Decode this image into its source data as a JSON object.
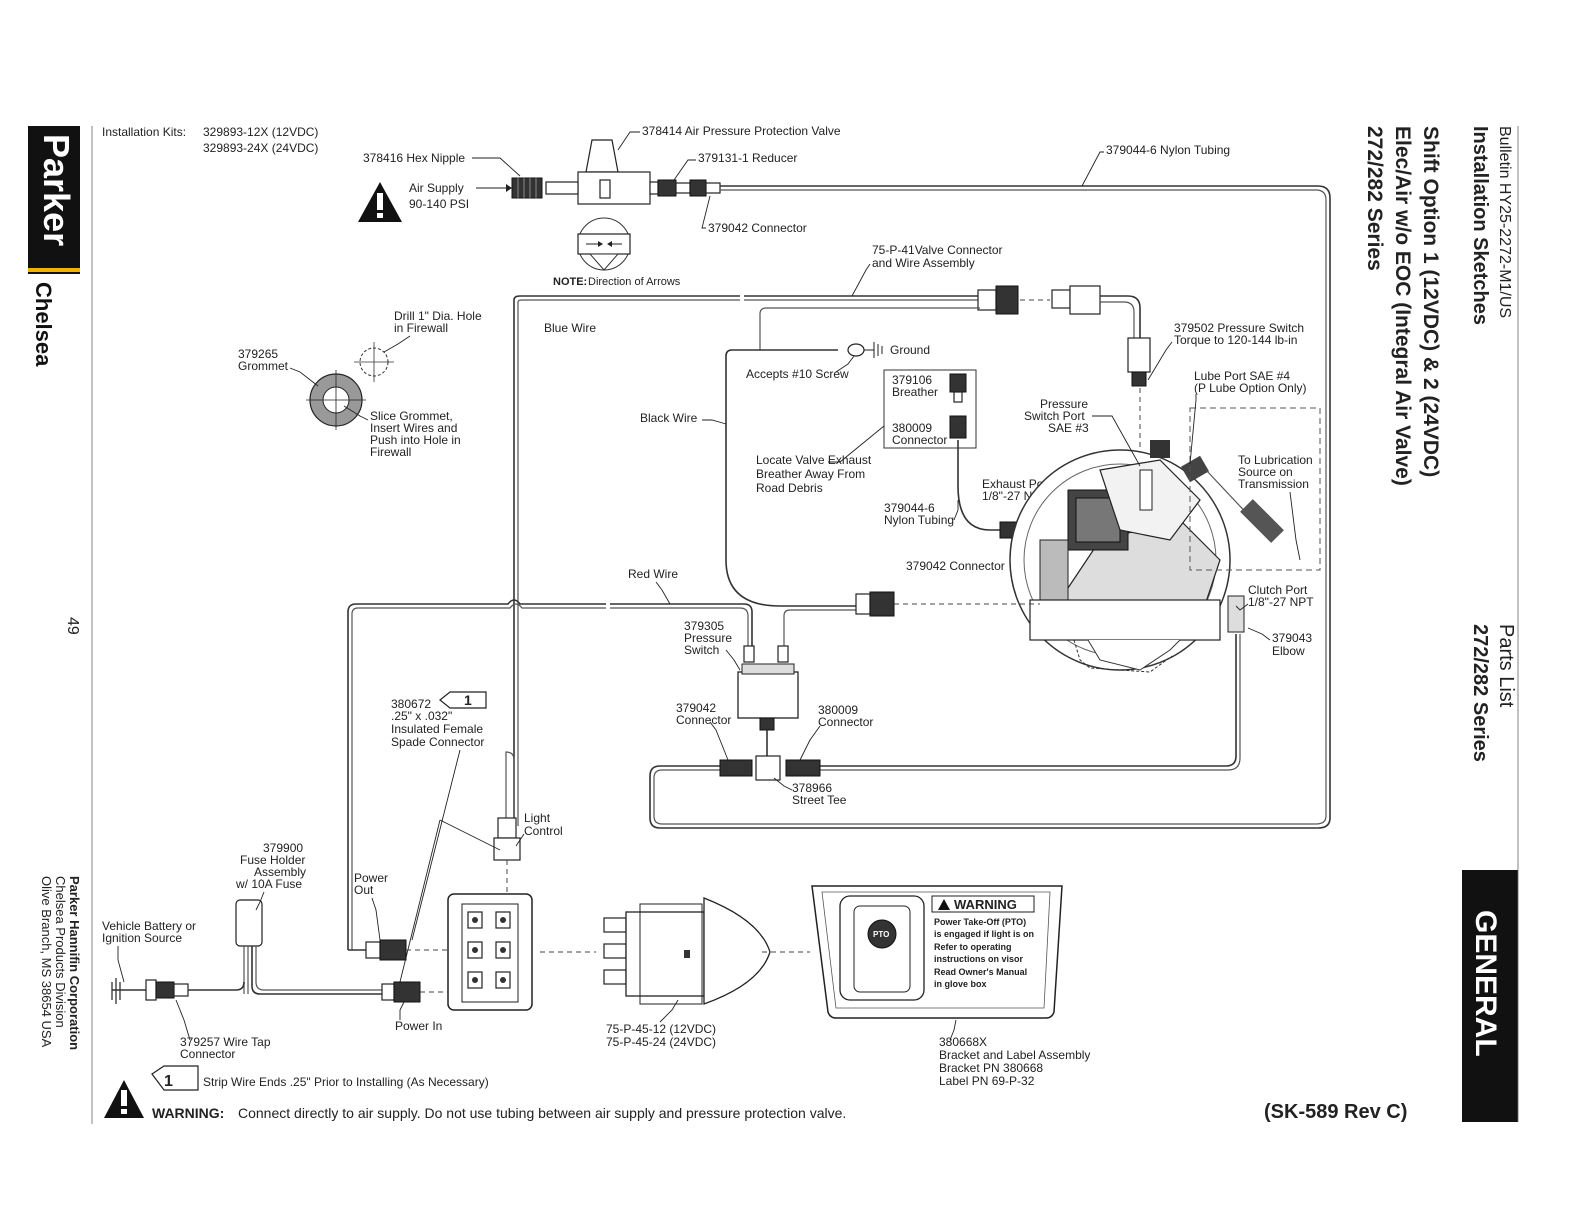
{
  "header": {
    "bulletin": "Bulletin HY25-2272-M1/US",
    "section": "Installation Sketches",
    "title_line1": "Shift Option 1 (12VDC) & 2 (24VDC)",
    "title_line2": "Elec/Air w/o EOC (Integral Air Valve)",
    "title_line3": "272/282 Series",
    "parts_list": "Parts List",
    "parts_series": "272/282 Series",
    "general_tab": "GENERAL",
    "revision": "(SK-589 Rev C)"
  },
  "left_margin": {
    "logo_text": "Parker",
    "logo_sub": "Chelsea",
    "page_number": "49",
    "corp_name": "Parker Hannifin Corporation",
    "division": "Chelsea Products Division",
    "address": "Olive Branch, MS 38654  USA"
  },
  "kits": {
    "label": "Installation Kits:",
    "kit1": "329893-12X (12VDC)",
    "kit2": "329893-24X (24VDC)"
  },
  "labels": {
    "l378414": "378414 Air Pressure Protection Valve",
    "l378416": "378416 Hex Nipple",
    "l379131": "379131-1 Reducer",
    "l379042_top": "379042 Connector",
    "l379044_top": "379044-6 Nylon Tubing",
    "air_supply1": "Air Supply",
    "air_supply2": "90-140 PSI",
    "note_bold": "NOTE:",
    "note_text": "Direction of Arrows",
    "valve_conn1": "75-P-41Valve Connector",
    "valve_conn2": "and Wire Assembly",
    "blue_wire": "Blue Wire",
    "drill1": "Drill 1\" Dia. Hole",
    "drill2": "in Firewall",
    "grommet1": "379265",
    "grommet2": "Grommet",
    "slice1": "Slice Grommet,",
    "slice2": "Insert Wires and",
    "slice3": "Push into Hole in",
    "slice4": "Firewall",
    "ground": "Ground",
    "screw": "Accepts #10 Screw",
    "black_wire": "Black Wire",
    "breather1": "379106",
    "breather2": "Breather",
    "conn380009_1": "380009",
    "conn380009_2": "Connector",
    "locate1": "Locate Valve Exhaust",
    "locate2": "Breather Away From",
    "locate3": "Road Debris",
    "nylon_mid1": "379044-6",
    "nylon_mid2": "Nylon Tubing",
    "exhaust1": "Exhaust Port",
    "exhaust2": "1/8\"-27 NPT",
    "conn379042_mid": "379042 Connector",
    "ps_port1": "Pressure",
    "ps_port2": "Switch Port",
    "ps_port3": "SAE #3",
    "ps379502_1": "379502 Pressure Switch",
    "ps379502_2": "Torque to 120-144 lb-in",
    "lube1": "Lube Port SAE #4",
    "lube2": "(P Lube Option Only)",
    "lubesrc1": "To Lubrication",
    "lubesrc2": "Source on",
    "lubesrc3": "Transmission",
    "clutch1": "Clutch Port",
    "clutch2": "1/8\"-27 NPT",
    "elbow1": "379043",
    "elbow2": "Elbow",
    "red_wire": "Red Wire",
    "ps379305_1": "379305",
    "ps379305_2": "Pressure",
    "ps379305_3": "Switch",
    "spade1": "380672",
    "spade_num": "1",
    "spade2": ".25\" x .032\"",
    "spade3": "Insulated Female",
    "spade4": "Spade Connector",
    "c379042_low1": "379042",
    "c379042_low2": "Connector",
    "c380009_low1": "380009",
    "c380009_low2": "Connector",
    "tee1": "378966",
    "tee2": "Street Tee",
    "light1": "Light",
    "light2": "Control",
    "fuse1": "379900",
    "fuse2": "Fuse Holder",
    "fuse3": "Assembly",
    "fuse4": "w/ 10A Fuse",
    "power_out1": "Power",
    "power_out2": "Out",
    "battery1": "Vehicle Battery or",
    "battery2": "Ignition Source",
    "power_in": "Power In",
    "wiretap1": "379257 Wire Tap",
    "wiretap2": "Connector",
    "switch1": "75-P-45-12 (12VDC)",
    "switch2": "75-P-45-24 (24VDC)",
    "bracket1": "380668X",
    "bracket2": "Bracket and Label Assembly",
    "bracket3": "Bracket PN 380668",
    "bracket4": "Label PN 69-P-32",
    "warn_label_title": "WARNING",
    "warn_l1": "Power Take-Off (PTO)",
    "warn_l2": "is engaged if light is on",
    "warn_l3": "Refer to operating",
    "warn_l4": "instructions on visor",
    "warn_l5": "Read Owner's Manual",
    "warn_l6": "in glove box",
    "pto": "PTO"
  },
  "footer": {
    "strip_num": "1",
    "strip_text": "Strip Wire Ends .25\" Prior to Installing  (As Necessary)",
    "warning_bold": "WARNING:",
    "warning_text": "Connect directly to air supply. Do not use tubing between air supply and pressure protection valve."
  }
}
